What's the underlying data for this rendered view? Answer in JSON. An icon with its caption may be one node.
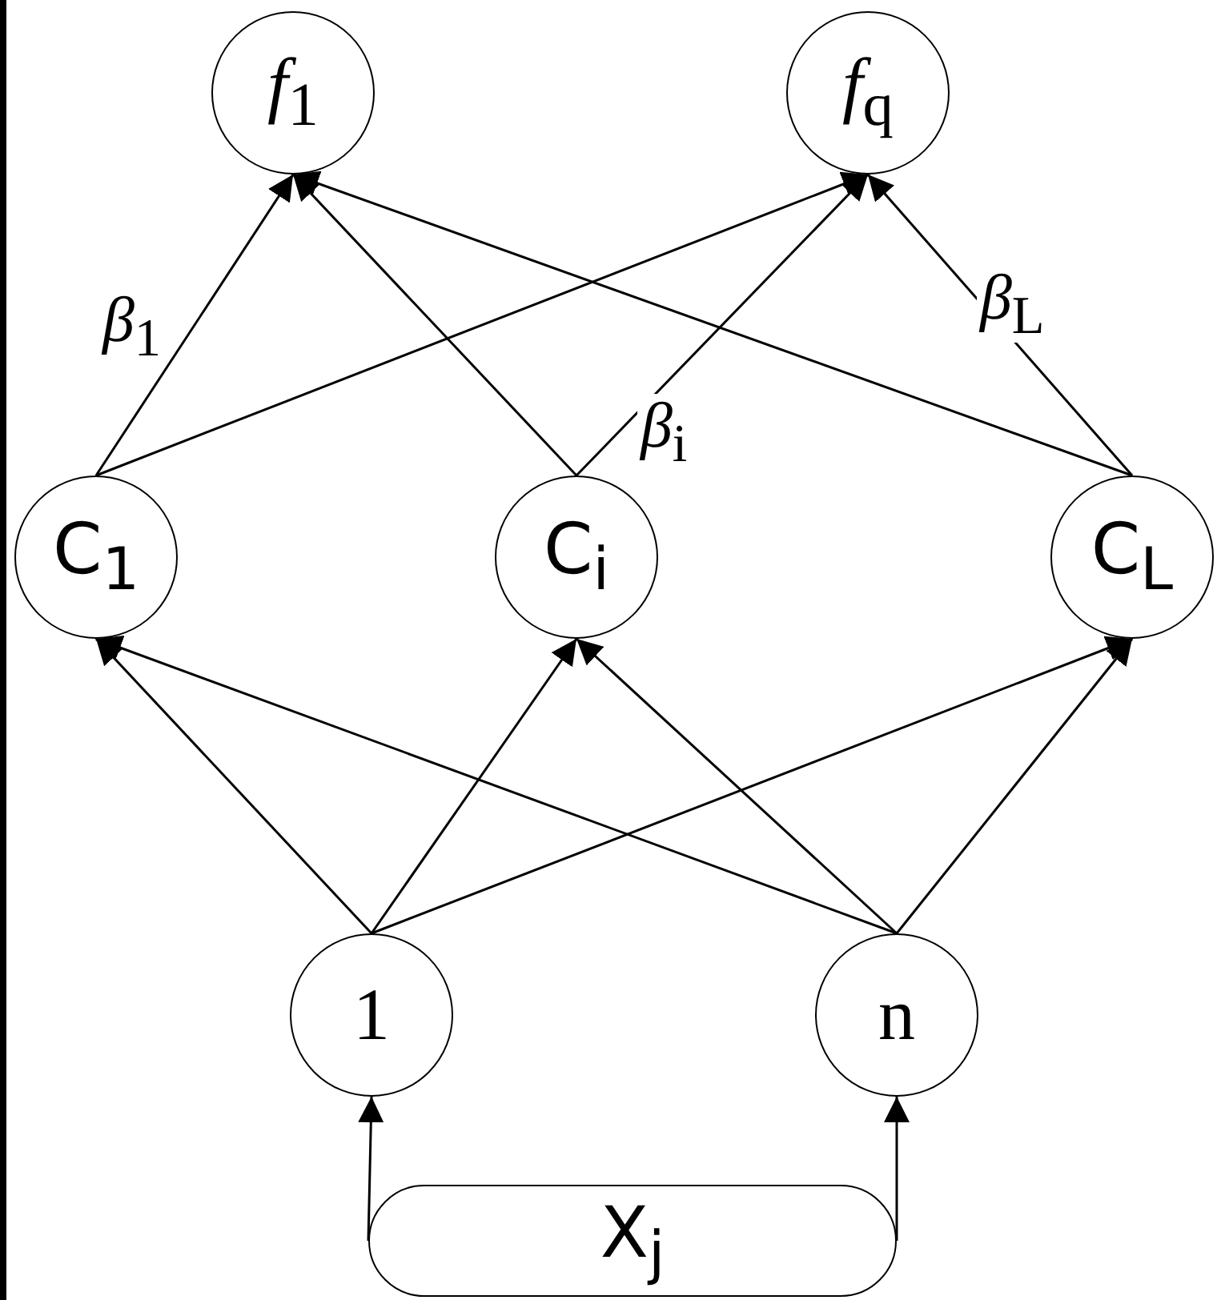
{
  "diagram": {
    "nodes": [
      {
        "text": [
          "*f*$_{1}$"
        ]
      },
      {
        "text": [
          "*f*$_{q}$"
        ]
      },
      {
        "text": [
          "C$_{1}$"
        ]
      },
      {
        "text": [
          "C$_{i}$"
        ]
      },
      {
        "text": [
          "C$_{L}$"
        ]
      },
      {
        "text": [
          "1"
        ]
      },
      {
        "text": [
          "n"
        ]
      },
      {
        "text": [
          "X$_{j}$"
        ]
      }
    ],
    "edges": [
      {
        "from": 2,
        "to": 0,
        "arrow": "to",
        "label": "*β*$_{1}$"
      },
      {
        "from": 2,
        "to": 1,
        "arrow": "to"
      },
      {
        "from": 3,
        "to": 0,
        "arrow": "to"
      },
      {
        "from": 3,
        "to": 1,
        "arrow": "to",
        "label": "*β*$_{i}$"
      },
      {
        "from": 4,
        "to": 0,
        "arrow": "to"
      },
      {
        "from": 4,
        "to": 1,
        "arrow": "to",
        "label": "*β*$_{L}$"
      },
      {
        "from": 5,
        "to": 2,
        "arrow": "to"
      },
      {
        "from": 5,
        "to": 3,
        "arrow": "to"
      },
      {
        "from": 5,
        "to": 4,
        "arrow": "to"
      },
      {
        "from": 6,
        "to": 2,
        "arrow": "to"
      },
      {
        "from": 6,
        "to": 3,
        "arrow": "to"
      },
      {
        "from": 6,
        "to": 4,
        "arrow": "to"
      },
      {
        "from": 7,
        "to": 5,
        "arrow": "to"
      },
      {
        "from": 7,
        "to": 6,
        "arrow": "to"
      }
    ]
  }
}
